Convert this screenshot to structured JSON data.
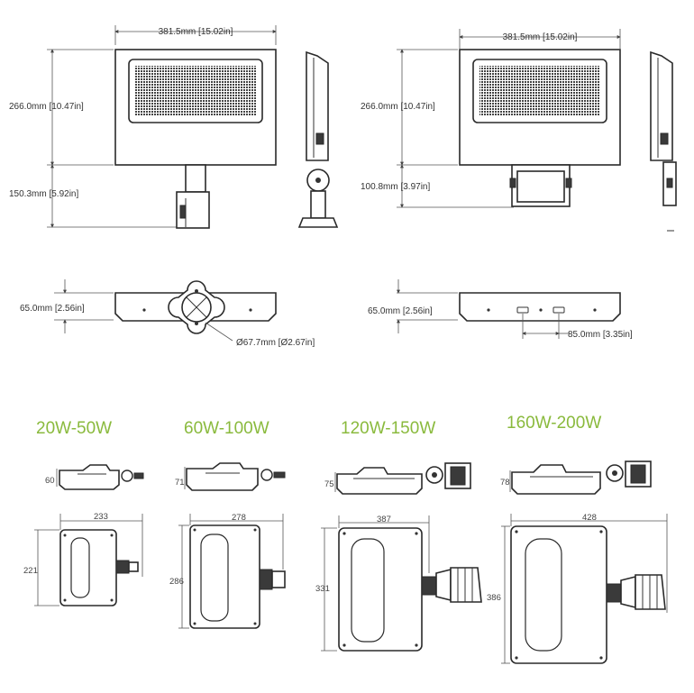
{
  "top_left": {
    "width": "381.5mm [15.02in]",
    "height": "266.0mm [10.47in]",
    "mount": "150.3mm [5.92in]",
    "depth": "65.0mm [2.56in]",
    "hole": "Ø67.7mm [Ø2.67in]"
  },
  "top_right": {
    "width": "381.5mm [15.02in]",
    "height": "266.0mm [10.47in]",
    "mount": "100.8mm [3.97in]",
    "depth": "65.0mm [2.56in]",
    "spacing": "85.0mm [3.35in]"
  },
  "models": [
    {
      "label": "20W-50W",
      "depth": "60",
      "width": "233",
      "height": "221"
    },
    {
      "label": "60W-100W",
      "depth": "71",
      "width": "278",
      "height": "286"
    },
    {
      "label": "120W-150W",
      "depth": "75",
      "width": "387",
      "height": "331"
    },
    {
      "label": "160W-200W",
      "depth": "78",
      "width": "428",
      "height": "386"
    }
  ],
  "colors": {
    "label_green": "#8aba3d",
    "line": "#2a2a2a"
  }
}
